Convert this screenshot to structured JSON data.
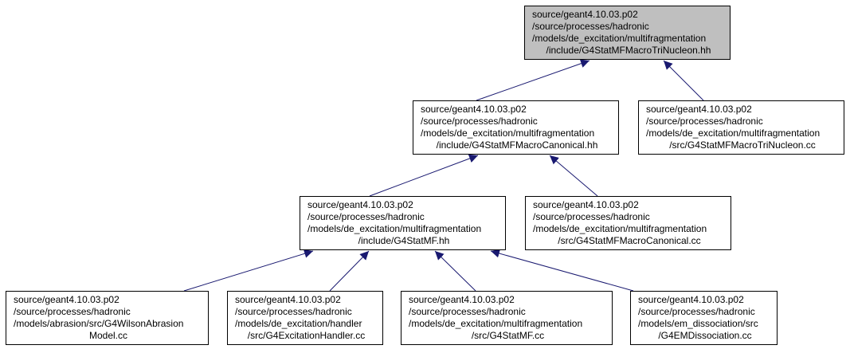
{
  "nodes": [
    {
      "id": "root",
      "highlighted": true,
      "lines": [
        "source/geant4.10.03.p02",
        "/source/processes/hadronic",
        "/models/de_excitation/multifragmentation",
        "/include/G4StatMFMacroTriNucleon.hh"
      ]
    },
    {
      "id": "macro-canonical-hh",
      "lines": [
        "source/geant4.10.03.p02",
        "/source/processes/hadronic",
        "/models/de_excitation/multifragmentation",
        "/include/G4StatMFMacroCanonical.hh"
      ]
    },
    {
      "id": "macro-trinucleon-cc",
      "lines": [
        "source/geant4.10.03.p02",
        "/source/processes/hadronic",
        "/models/de_excitation/multifragmentation",
        "/src/G4StatMFMacroTriNucleon.cc"
      ]
    },
    {
      "id": "statmf-hh",
      "lines": [
        "source/geant4.10.03.p02",
        "/source/processes/hadronic",
        "/models/de_excitation/multifragmentation",
        "/include/G4StatMF.hh"
      ]
    },
    {
      "id": "macro-canonical-cc",
      "lines": [
        "source/geant4.10.03.p02",
        "/source/processes/hadronic",
        "/models/de_excitation/multifragmentation",
        "/src/G4StatMFMacroCanonical.cc"
      ]
    },
    {
      "id": "wilson-abrasion-cc",
      "lines": [
        "source/geant4.10.03.p02",
        "/source/processes/hadronic",
        "/models/abrasion/src/G4WilsonAbrasion",
        "Model.cc"
      ]
    },
    {
      "id": "excitation-handler-cc",
      "lines": [
        "source/geant4.10.03.p02",
        "/source/processes/hadronic",
        "/models/de_excitation/handler",
        "/src/G4ExcitationHandler.cc"
      ]
    },
    {
      "id": "statmf-cc",
      "lines": [
        "source/geant4.10.03.p02",
        "/source/processes/hadronic",
        "/models/de_excitation/multifragmentation",
        "/src/G4StatMF.cc"
      ]
    },
    {
      "id": "em-dissociation-cc",
      "lines": [
        "source/geant4.10.03.p02",
        "/source/processes/hadronic",
        "/models/em_dissociation/src",
        "/G4EMDissociation.cc"
      ]
    }
  ],
  "edges": [
    {
      "from": "macro-canonical-hh",
      "to": "root"
    },
    {
      "from": "macro-trinucleon-cc",
      "to": "root"
    },
    {
      "from": "statmf-hh",
      "to": "macro-canonical-hh"
    },
    {
      "from": "macro-canonical-cc",
      "to": "macro-canonical-hh"
    },
    {
      "from": "wilson-abrasion-cc",
      "to": "statmf-hh"
    },
    {
      "from": "excitation-handler-cc",
      "to": "statmf-hh"
    },
    {
      "from": "statmf-cc",
      "to": "statmf-hh"
    },
    {
      "from": "em-dissociation-cc",
      "to": "statmf-hh"
    }
  ]
}
